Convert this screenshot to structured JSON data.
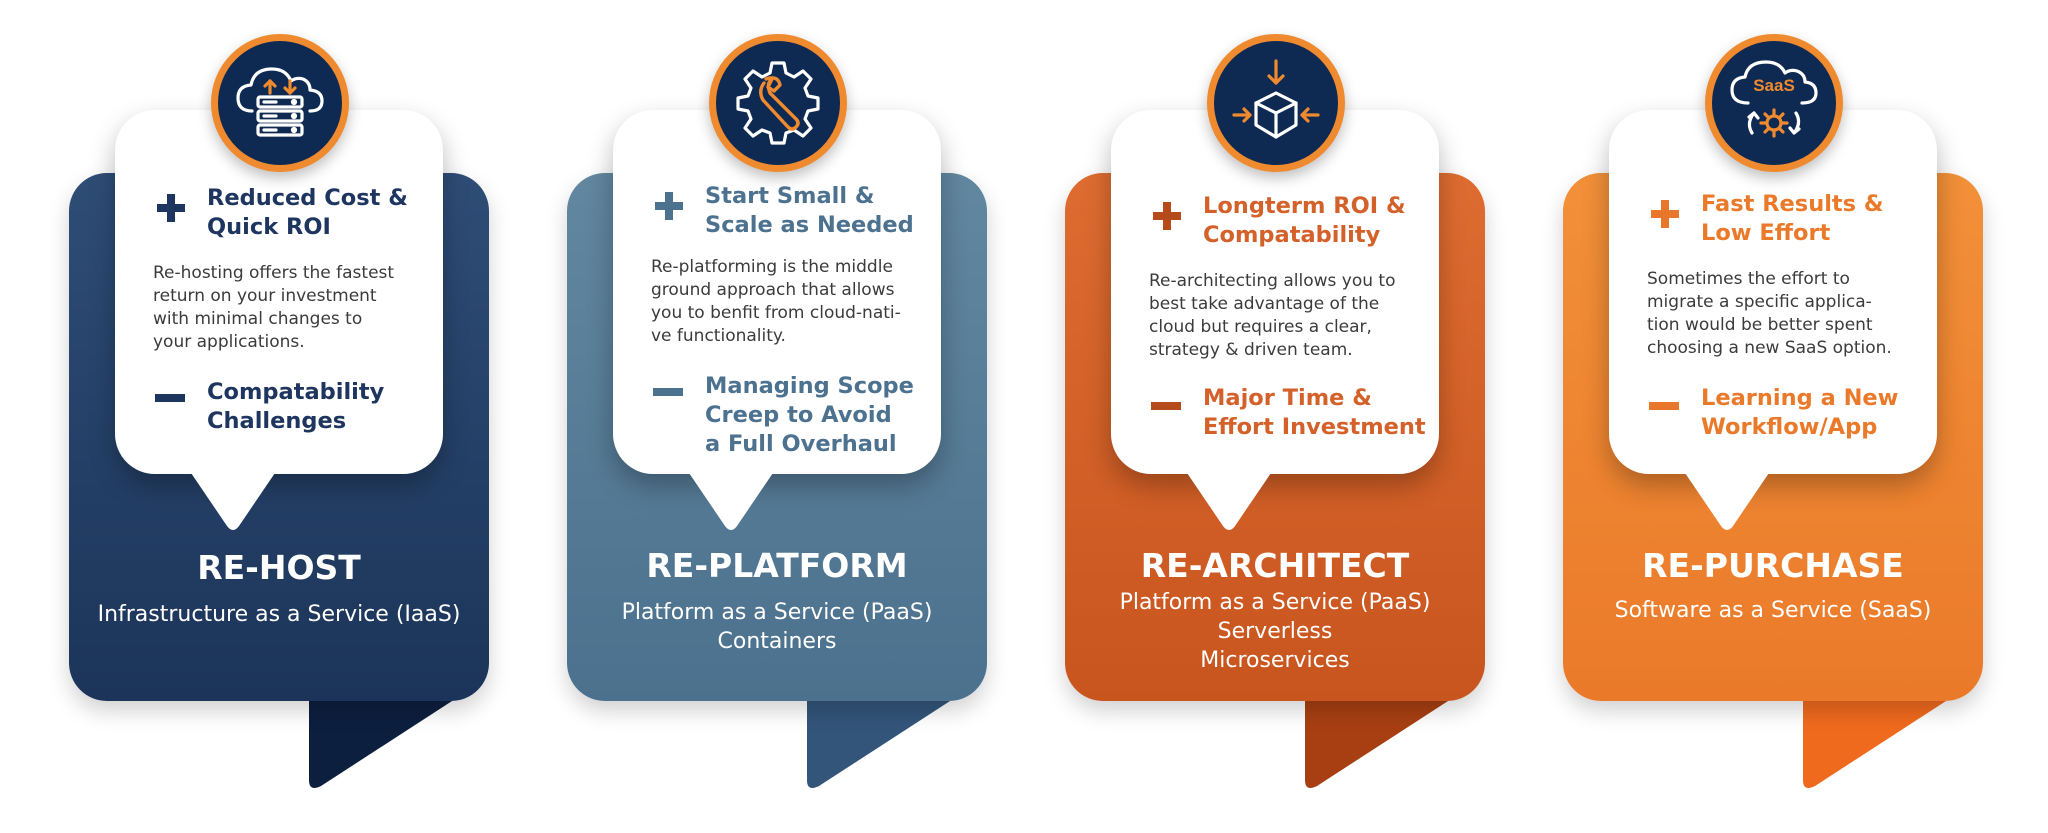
{
  "strategies": [
    {
      "name": "RE-HOST",
      "service": "Infrastructure as a Service (IaaS)",
      "pro": "Reduced Cost &\nQuick ROI",
      "description": "Re-hosting offers the fastest\nreturn on your investment\nwith minimal changes to\nyour applications.",
      "con": "Compatability\nChallenges",
      "icon": "cloud-server-icon",
      "colors": {
        "base_top": "#2c4a73",
        "base_bottom": "#1d355a",
        "fold": "#0d1f3f",
        "accent": "#1e3560"
      }
    },
    {
      "name": "RE-PLATFORM",
      "service": "Platform as a Service (PaaS)\nContainers",
      "pro": "Start Small &\nScale as Needed",
      "description": "Re-platforming is the middle\nground  approach that allows\nyou to benfit from cloud-nati-\nve functionality.",
      "con": "Managing Scope\nCreep to Avoid\na Full Overhaul",
      "icon": "gear-wrench-icon",
      "colors": {
        "base_top": "#5f849c",
        "base_bottom": "#4d7390",
        "fold": "#33557a",
        "accent": "#4c7290"
      }
    },
    {
      "name": "RE-ARCHITECT",
      "service": "Platform as a Service (PaaS)\nServerless\nMicroservices",
      "pro": "Longterm ROI &\nCompatability",
      "description": "Re-architecting allows you to\nbest take advantage of the\ncloud but requires a clear,\nstrategy & driven team.",
      "con": "Major Time &\nEffort Investment",
      "icon": "cube-arrows-icon",
      "colors": {
        "base_top": "#dc6a30",
        "base_bottom": "#c9561f",
        "fold": "#a83f12",
        "accent": "#b54a1a"
      }
    },
    {
      "name": "RE-PURCHASE",
      "service": "Software as a Service (SaaS)",
      "pro": "Fast Results &\nLow Effort",
      "description": "Sometimes the effort to\nmigrate a specific applica-\ntion would be better spent\nchoosing a new SaaS option.",
      "con": "Learning a New\nWorkflow/App",
      "icon": "saas-cloud-icon",
      "icon_label": "SaaS",
      "colors": {
        "base_top": "#f08a36",
        "base_bottom": "#ea7a2a",
        "fold": "#f06a1e",
        "accent": "#e8772b"
      }
    }
  ]
}
